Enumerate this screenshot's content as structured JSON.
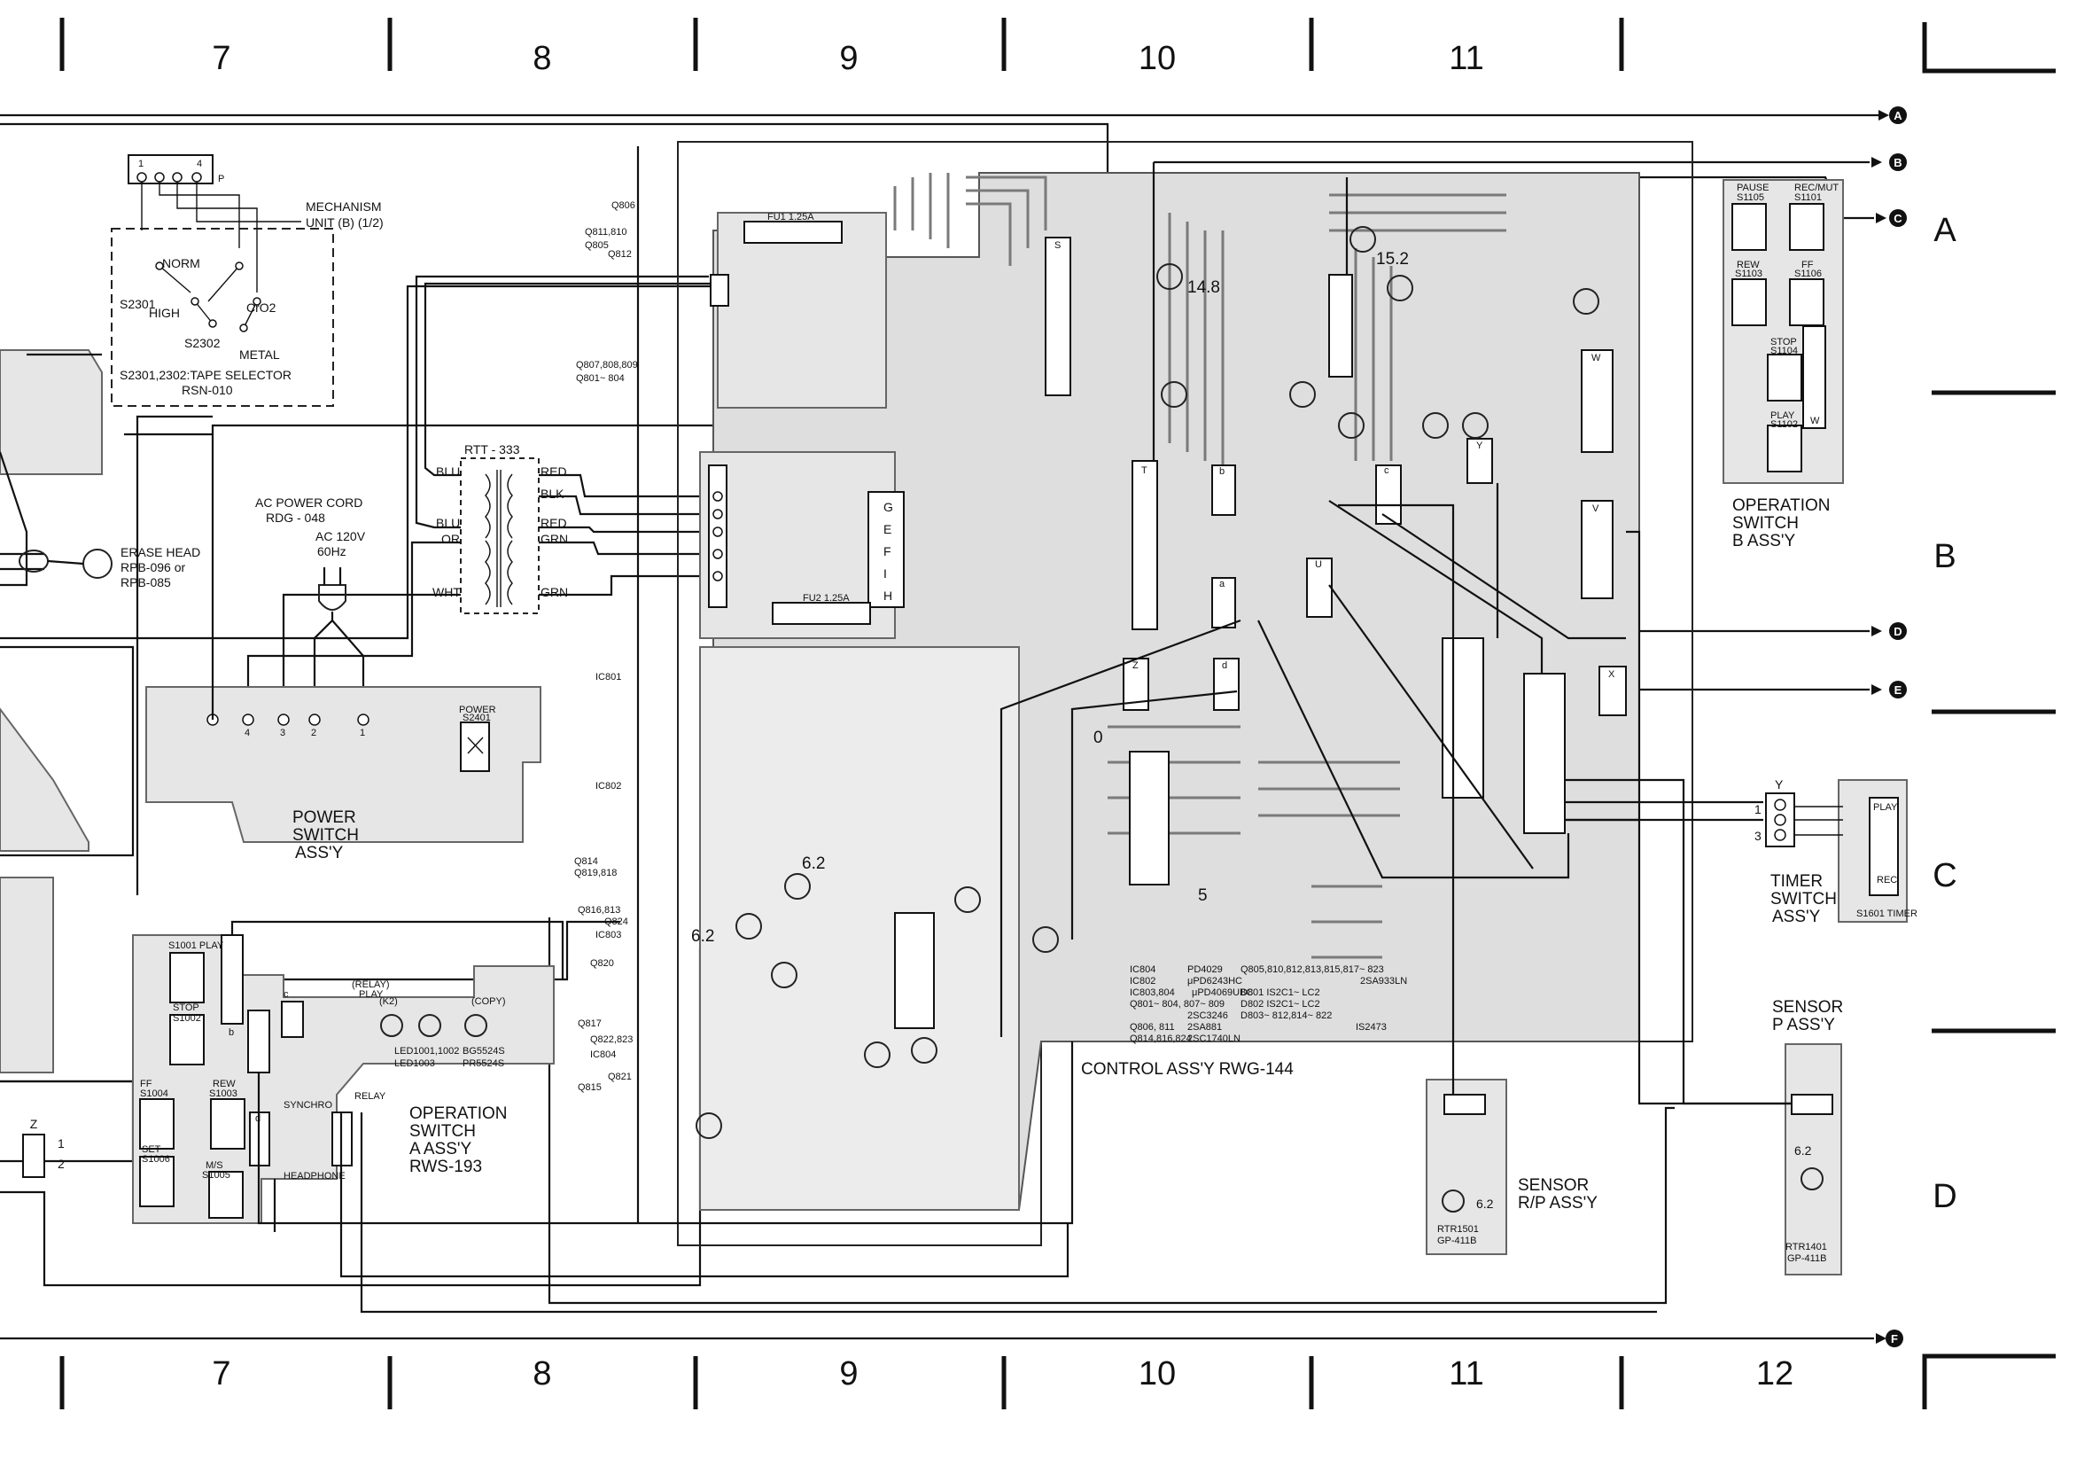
{
  "grid": {
    "top_columns": [
      "7",
      "8",
      "9",
      "10",
      "11"
    ],
    "bottom_columns": [
      "7",
      "8",
      "9",
      "10",
      "11",
      "12"
    ],
    "rows": [
      "A",
      "B",
      "C",
      "D"
    ]
  },
  "bus_markers": {
    "a": "A",
    "b": "B",
    "c": "C",
    "d": "D",
    "e": "E",
    "f": "F"
  },
  "mechanism": {
    "title_line1": "MECHANISM",
    "title_line2": "UNIT (B) (1/2)",
    "pin_1": "1",
    "pin_4": "4",
    "pin_p": "P",
    "norm": "NORM",
    "s2301": "S2301",
    "high": "HIGH",
    "cro2": "CrO2",
    "s2302": "S2302",
    "metal": "METAL",
    "caption_line1": "S2301,2302:TAPE SELECTOR",
    "caption_line2": "RSN-010"
  },
  "erase_head": {
    "line1": "ERASE HEAD",
    "line2": "RPB-096 or",
    "line3": "RPB-085"
  },
  "transformer": {
    "name": "RTT - 333",
    "blu_1": "BLU",
    "blu_2": "BLU",
    "or": "OR",
    "wht": "WHT",
    "red_1": "RED",
    "blk": "BLK",
    "red_2": "RED",
    "grn_1": "GRN",
    "grn_2": "GRN"
  },
  "ac_cord": {
    "line1": "AC POWER CORD",
    "line2": "RDG - 048",
    "line3": "AC 120V",
    "line4": "60Hz"
  },
  "power_switch": {
    "line1": "POWER",
    "line2": "SWITCH",
    "line3": "ASS'Y",
    "pin_4": "4",
    "pin_3": "3",
    "pin_2": "2",
    "pin_1": "1",
    "switch_label": "POWER",
    "switch_ref": "S2401"
  },
  "transistor_labels": {
    "q806": "Q806",
    "q811": "Q811,810",
    "q805": "Q805",
    "q812": "Q812",
    "q807": "Q807,808,809",
    "q801": "Q801~ 804",
    "ic801": "IC801",
    "ic802": "IC802",
    "q814": "Q814",
    "q819": "Q819,818",
    "q816": "Q816,813",
    "q824": "Q824",
    "ic803": "IC803",
    "q820": "Q820",
    "q817": "Q817",
    "q822": "Q822,823",
    "ic804": "IC804",
    "q821": "Q821",
    "q815": "Q815"
  },
  "control": {
    "title": "CONTROL ASS'Y RWG-144",
    "voltage_1": "14.8",
    "voltage_2": "15.2",
    "voltage_3": "6.2",
    "voltage_4": "6.2",
    "voltage_5": "5",
    "voltage_6": "0",
    "conn_s": "S",
    "conn_t": "T",
    "conn_u": "U",
    "conn_v": "V",
    "conn_w": "W",
    "conn_x": "X",
    "conn_y": "Y",
    "conn_z": "Z",
    "conn_a": "a",
    "conn_b": "b",
    "conn_c": "c",
    "conn_d": "d",
    "plug_g": "G",
    "plug_e": "E",
    "plug_f": "F",
    "plug_i": "I",
    "plug_h": "H",
    "fuse_1": "FU1 1.25A",
    "fuse_2": "FU2 1.25A"
  },
  "parts_list": {
    "col1": [
      "IC804",
      "IC802",
      "IC803,804",
      "Q801~ 804, 807~ 809",
      "",
      "Q806, 811",
      "Q814,816,824"
    ],
    "col2": [
      "PD4029",
      "μPD6243HC",
      "μPD4069UBC",
      "",
      "2SC3246",
      "2SA881",
      "2SC1740LN"
    ],
    "col3": [
      "Q805,810,812,813,815,817~ 823",
      "2SA933LN",
      "D801 IS2C1~ LC2",
      "D802 IS2C1~ LC2",
      "D803~ 812,814~ 822",
      "IS2473"
    ]
  },
  "operation_a": {
    "line1": "OPERATION",
    "line2": "SWITCH",
    "line3": "A  ASS'Y",
    "line4": "RWS-193",
    "play": "S1001 PLAY",
    "stop": "STOP",
    "stop_ref": "S1002",
    "ff": "FF",
    "ff_ref": "S1004",
    "rew": "REW",
    "rew_ref": "S1003",
    "set": "SET",
    "set_ref": "S1006",
    "ms": "M/S",
    "ms_ref": "S1005",
    "relay_play": "(RELAY)",
    "relay_play2": "PLAY",
    "relay": "RELAY",
    "synchro": "SYNCHRO",
    "headphone": "HEADPHONE",
    "k2": "(K2)",
    "copy": "(COPY)",
    "led_1": "LED1001,1002",
    "led_2": "LED1003",
    "led_3": "BG5524S",
    "led_4": "PR5524S",
    "conn_z": "Z",
    "conn_b": "b",
    "conn_c": "c",
    "conn_d": "d",
    "pin_1": "1",
    "pin_2": "2"
  },
  "operation_b": {
    "line1": "OPERATION",
    "line2": "SWITCH",
    "line3": "B  ASS'Y",
    "pause": "PAUSE",
    "pause_ref": "S1105",
    "rec_mut": "REC/MUT",
    "rec_ref": "S1101",
    "rew": "REW",
    "rew_ref": "S1103",
    "ff": "FF",
    "ff_ref": "S1106",
    "stop": "STOP",
    "stop_ref": "S1104",
    "play": "PLAY",
    "play_ref": "S1102",
    "conn": "W"
  },
  "timer": {
    "line1": "TIMER",
    "line2": "SWITCH",
    "line3": "ASS'Y",
    "conn": "Y",
    "pin_1": "1",
    "pin_3": "3",
    "play": "PLAY",
    "rec": "REC",
    "ref": "S1601 TIMER"
  },
  "sensor_p": {
    "line1": "SENSOR",
    "line2": "P  ASS'Y",
    "voltage": "6.2",
    "ref": "RTR1401",
    "part": "GP-411B"
  },
  "sensor_rp": {
    "line1": "SENSOR",
    "line2": "R/P ASS'Y",
    "voltage": "6.2",
    "ref": "RTR1501",
    "part": "GP-411B"
  }
}
